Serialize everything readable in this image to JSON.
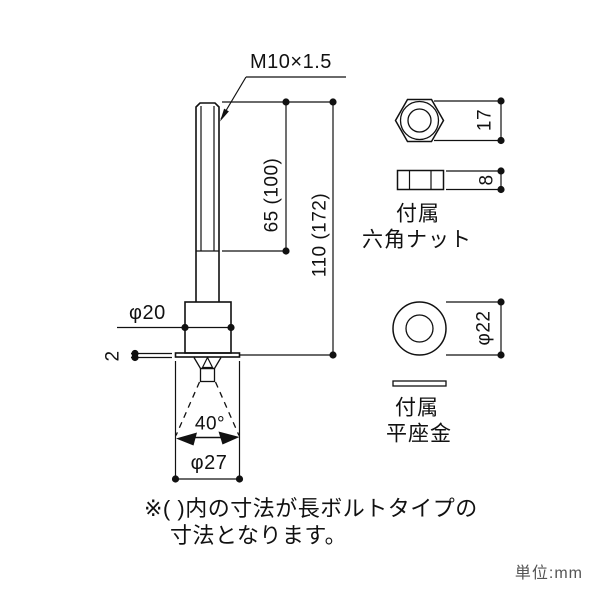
{
  "bolt": {
    "thread_label": "M10×1.5",
    "thread_length": "65 (100)",
    "total_length": "110 (172)",
    "collar_diameter": "φ20",
    "flange_thickness": "2",
    "swing_angle": "40°",
    "flange_diameter": "φ27"
  },
  "hex_nut": {
    "width_across_flats": "17",
    "height": "8",
    "caption_line1": "付属",
    "caption_line2": "六角ナット"
  },
  "washer": {
    "outer_diameter": "φ22",
    "caption_line1": "付属",
    "caption_line2": "平座金"
  },
  "note": {
    "line1": "※( )内の寸法が長ボルトタイプの",
    "line2": "寸法となります。"
  },
  "footer": {
    "unit": "単位:mm"
  },
  "colors": {
    "line": "#111111",
    "text": "#111111",
    "unit_text": "#555555",
    "background": "#ffffff"
  }
}
